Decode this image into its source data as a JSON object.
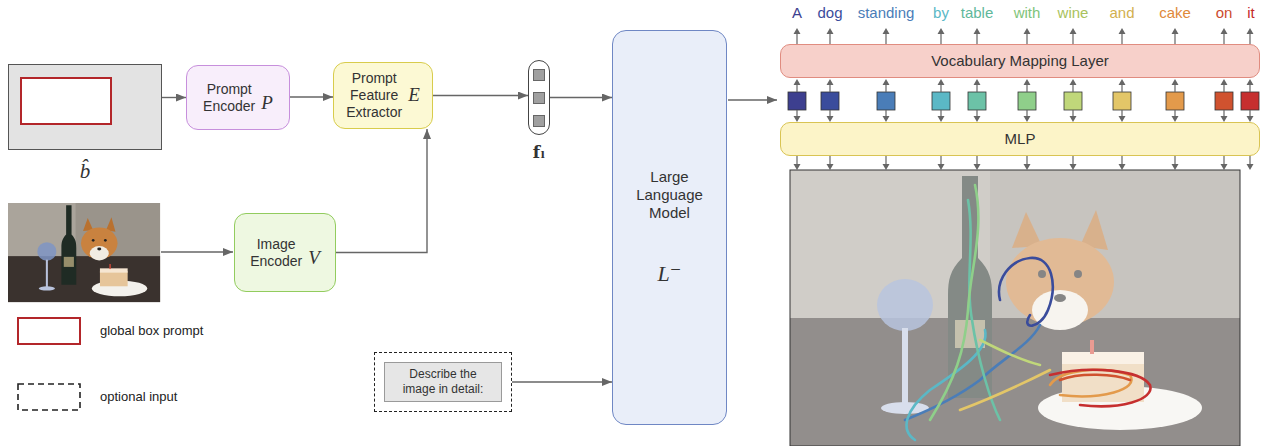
{
  "diagram": {
    "nodes": [
      {
        "text": [
          "b̂"
        ]
      },
      {
        "text": [
          "Prompt Encoder",
          "P"
        ]
      },
      {
        "text": [
          "Prompt Feature Extractor",
          "E"
        ]
      },
      {
        "text": [
          "fₗ"
        ]
      },
      {
        "text": [
          "Large Language Model",
          "L⁻"
        ]
      },
      {
        "text": [
          "Vocabulary Mapping Layer"
        ]
      },
      {
        "text": [
          "MLP"
        ]
      },
      {
        "text": [
          "Image Encoder",
          "V"
        ]
      },
      {
        "text": [
          "Describe the image in detail:"
        ]
      }
    ],
    "edges": [
      {
        "from": 0,
        "to": 1,
        "arrow": "to"
      },
      {
        "from": 1,
        "to": 2,
        "arrow": "to"
      },
      {
        "from": 7,
        "to": 2,
        "arrow": "to"
      },
      {
        "from": 2,
        "to": 3,
        "arrow": "to"
      },
      {
        "from": 3,
        "to": 4,
        "arrow": "to"
      },
      {
        "from": 8,
        "to": 4,
        "arrow": "to"
      }
    ],
    "labels": [
      "A",
      "dog",
      "standing",
      "by",
      "table",
      "with",
      "wine",
      "and",
      "cake",
      "on",
      "it"
    ],
    "legend": [
      {
        "text": "global box prompt"
      },
      {
        "text": "optional input"
      }
    ]
  }
}
